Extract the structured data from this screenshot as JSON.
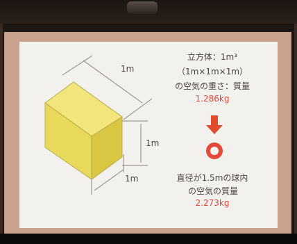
{
  "slide": {
    "dimension_top": "1m",
    "dimension_right": "1m",
    "dimension_bottom": "1m",
    "cube_label": "立方体：1m³",
    "cube_formula": "（1m×1m×1m）",
    "cube_weight_label": "の空気の重さ：質量",
    "cube_mass": "1.286kg",
    "sphere_label": "直径が1.5mの球内",
    "sphere_weight_label": "の空気の質量",
    "sphere_mass": "2.273kg"
  },
  "colors": {
    "accent_red": "#e24a3a",
    "cube_yellow": "#f1e57b",
    "arrow": "#e14b2e"
  }
}
